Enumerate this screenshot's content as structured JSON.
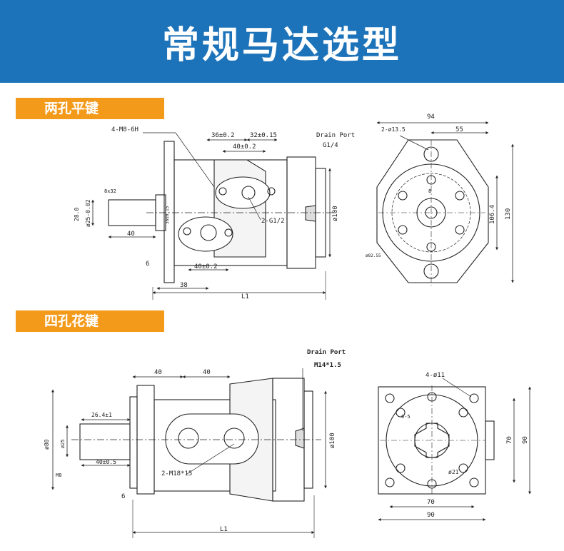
{
  "title": "常规马达选型",
  "section1": {
    "label": "两孔平键",
    "texts": {
      "thread": "4-M8-6H",
      "d36": "36±0.2",
      "d32": "32±0.15",
      "d40a": "40±0.2",
      "drain": "Drain Port",
      "g14": "G1/4",
      "key": "8x32",
      "d28": "28.0",
      "d25": "ø25-0.02",
      "len40": "40",
      "v36": "36±0.15",
      "g12": "2-G1/2",
      "d100": "ø100",
      "six": "6",
      "d40b": "40±0.2",
      "d38": "38",
      "l1": "L1",
      "w94": "94",
      "w55": "55",
      "hole": "2-ø13.5",
      "h1064": "106.4",
      "h130": "130",
      "d8": "8",
      "pcd": "ø82.55"
    }
  },
  "section2": {
    "label": "四孔花键",
    "texts": {
      "d40a": "40",
      "d40b": "40",
      "drain": "Drain Port",
      "m14": "M14*1.5",
      "d264": "26.4±1",
      "d80": "ø80",
      "d25": "ø25",
      "d405": "40±0.5",
      "m8": "M8",
      "m18": "2-M18*15",
      "d100": "ø100",
      "six": "6",
      "l1": "L1",
      "hole": "4-ø11",
      "spl": "6-5",
      "h70": "70",
      "h90": "90",
      "w70": "70",
      "w90": "90",
      "d21": "ø21"
    }
  }
}
